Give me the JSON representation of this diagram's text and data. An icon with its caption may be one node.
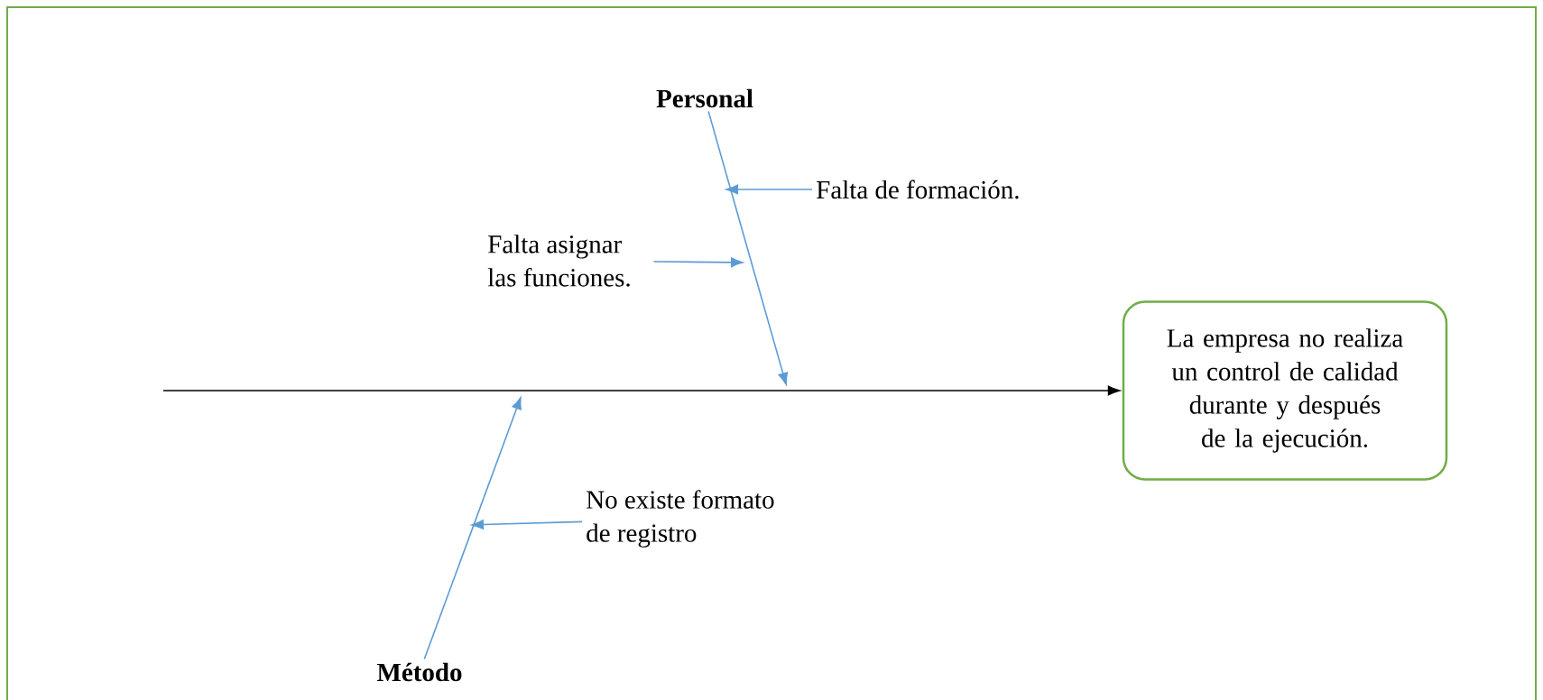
{
  "diagram": {
    "nodes": [
      {
        "text": [
          "Personal"
        ]
      },
      {
        "text": [
          "Método"
        ]
      },
      {
        "text": [
          "Falta de formación."
        ]
      },
      {
        "text": [
          "Falta asignar las funciones."
        ]
      },
      {
        "text": [
          "No existe formato de registro"
        ]
      },
      {
        "text": [
          "La empresa no realiza un control de calidad durante y después de la ejecución."
        ]
      }
    ],
    "edges": [
      {
        "from": null,
        "to": 5,
        "arrow": "to",
        "color": "#000000"
      },
      {
        "from": 0,
        "to": null,
        "arrow": "to"
      },
      {
        "from": 1,
        "to": null,
        "arrow": "to"
      },
      {
        "from": 2,
        "to": null,
        "arrow": "to"
      },
      {
        "from": 3,
        "to": null,
        "arrow": "to"
      },
      {
        "from": 4,
        "to": null,
        "arrow": "to"
      }
    ]
  }
}
